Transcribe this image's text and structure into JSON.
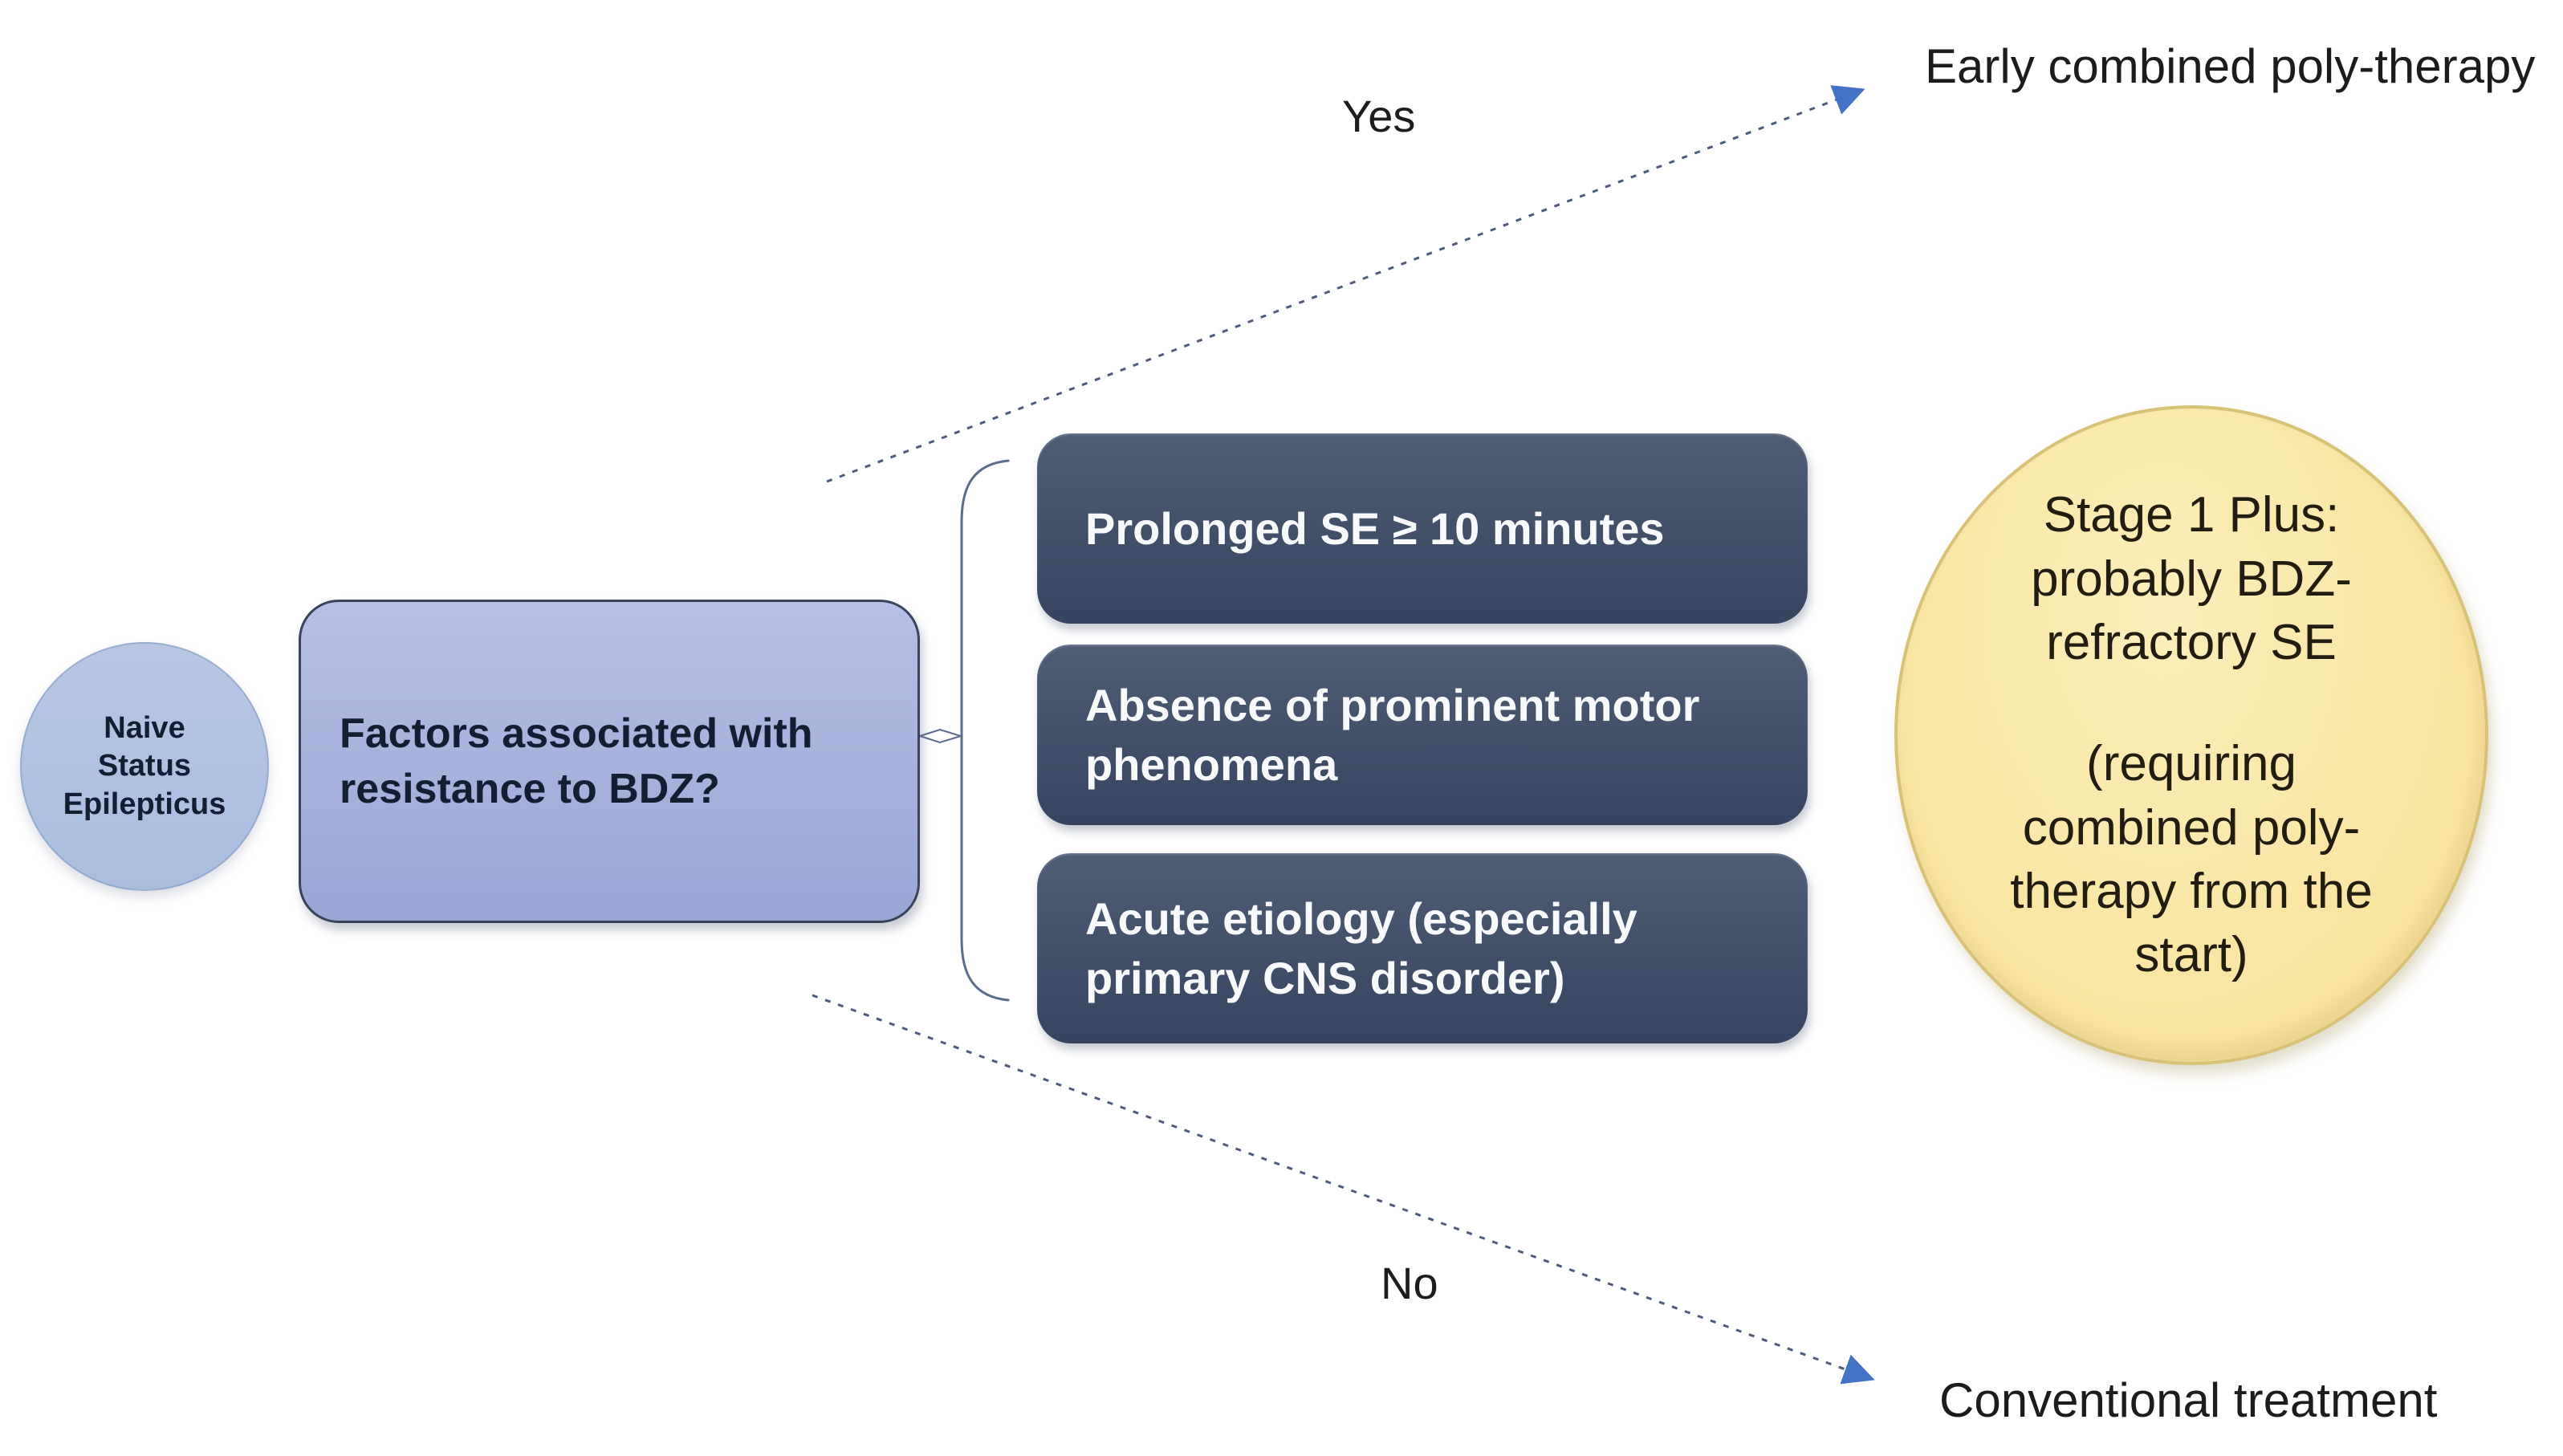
{
  "diagram": {
    "start_node": {
      "label": "Naive\nStatus\nEpilepticus"
    },
    "question_node": {
      "label": "Factors associated with\nresistance to BDZ?"
    },
    "factors": [
      {
        "label": "Prolonged SE ≥ 10 minutes"
      },
      {
        "label": "Absence of prominent motor\nphenomena"
      },
      {
        "label": "Acute etiology (especially\nprimary CNS disorder)"
      }
    ],
    "outcome_node": {
      "title": "Stage 1 Plus:\nprobably BDZ-\nrefractory SE",
      "subtitle": "(requiring\ncombined poly-\ntherapy from the\nstart)"
    },
    "branches": {
      "yes": {
        "label": "Yes",
        "target": "Early combined poly-therapy"
      },
      "no": {
        "label": "No",
        "target": "Conventional treatment"
      }
    },
    "colors": {
      "start_fill": "#a9bddd",
      "start_fill_light": "#b8c6e4",
      "question_fill_light": "#b6bfe5",
      "question_fill_dark": "#99a6d4",
      "question_border": "#39445a",
      "factor_fill_light": "#4f5d77",
      "factor_fill_dark": "#364460",
      "factor_text": "#f8f9fb",
      "outcome_fill": "#f9e5a2",
      "outcome_fill_light": "#fbeeb9",
      "outcome_border": "#d8c278",
      "arrow_line": "#4d5b7c",
      "arrowhead": "#4472c4",
      "bracket": "#5b6b8a",
      "text_dark": "#141e33",
      "label_text": "#1c1c1e"
    }
  }
}
